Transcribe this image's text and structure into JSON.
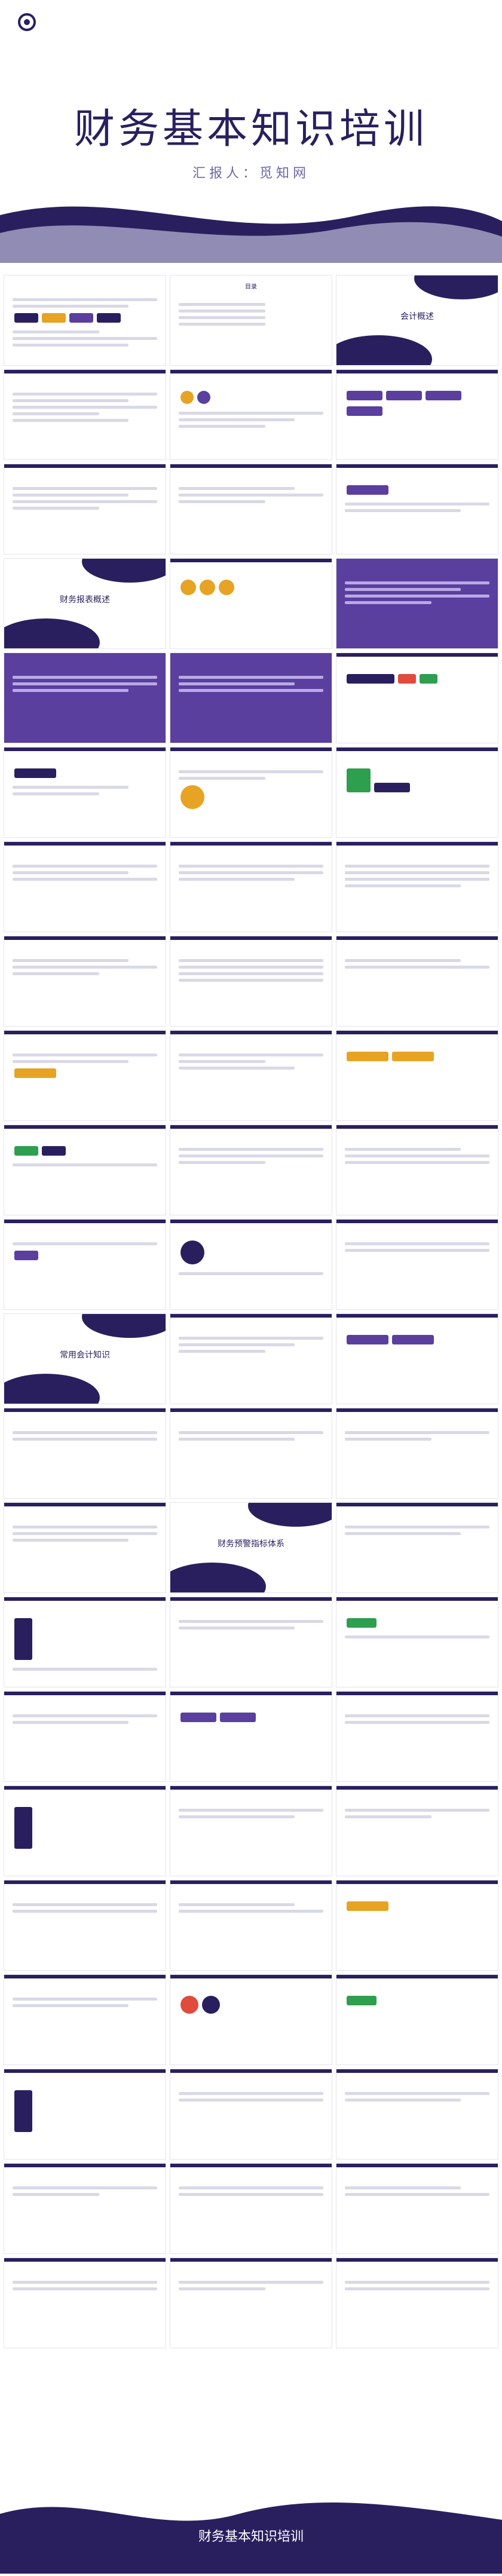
{
  "hero": {
    "title": "财务基本知识培训",
    "reporter": "汇报人：觅知网"
  },
  "slides": {
    "toc_title": "目录",
    "sec1": "会计概述",
    "sec2": "财务报表概述",
    "sec3": "常用会计知识",
    "sec4": "财务预警指标体系"
  },
  "footer": {
    "title": "财务基本知识培训"
  },
  "colors": {
    "brand": "#2a1f5e",
    "accent": "#5a3f9e",
    "gold": "#e7a323"
  }
}
